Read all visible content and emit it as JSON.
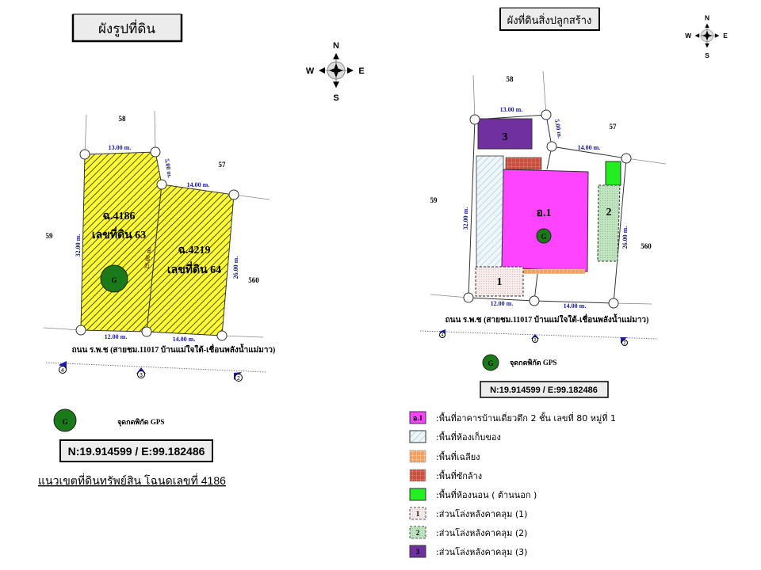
{
  "left": {
    "title": "ผังรูปที่ดิน",
    "neighbors": {
      "north": "58",
      "northeast": "57",
      "west": "59",
      "east": "560"
    },
    "dimensions": {
      "top": "13.00 m.",
      "notch": "5.00 m.",
      "top_right": "14.00 m.",
      "left": "32.00 m.",
      "middle": "29.00 m.",
      "right": "26.00 m.",
      "bottom_left": "12.00 m.",
      "bottom_right": "14.00 m."
    },
    "plot1": {
      "deed": "ฉ.4186",
      "parcel": "เลขที่ดิน 63"
    },
    "plot2": {
      "deed": "ฉ.4219",
      "parcel": "เลขที่ดิน 64"
    },
    "road": "ถนน ร.พ.ช (สายชม.11017 บ้านแม่ใจใต้-เชื่อนพลังน้ำแม่มาว)",
    "markers": [
      "4",
      "3",
      "2"
    ],
    "gps_symbol": "G",
    "gps_label": "จุดกดพิกัด GPS",
    "coordinates": "N:19.914599 / E:99.182486",
    "caption": "แนวเขตที่ดินทรัพย์สิน โฉนดเลขที่ 4186"
  },
  "right": {
    "title": "ผังที่ดินสิ่งปลูกสร้าง",
    "neighbors": {
      "north": "58",
      "northeast": "57",
      "west": "59",
      "east": "560"
    },
    "dimensions": {
      "top": "13.00 m.",
      "notch": "5.00 m.",
      "top_right": "14.00 m.",
      "left": "32.00 m.",
      "right": "26.00 m.",
      "bottom_left": "12.00 m.",
      "bottom_right": "14.00 m."
    },
    "building_label": "อ.1",
    "area_labels": [
      "1",
      "2",
      "3"
    ],
    "road": "ถนน ร.พ.ช (สายชม.11017 บ้านแม่ใจใต้-เชื่อนพลังน้ำแม่มาว)",
    "markers": [
      "4",
      "3",
      "2"
    ],
    "gps_symbol": "G",
    "gps_label": "จุดกดพิกัด GPS",
    "coordinates": "N:19.914599 / E:99.182486"
  },
  "compass": {
    "n": "N",
    "s": "S",
    "e": "E",
    "w": "W"
  },
  "legend": [
    {
      "swatch": "อ.1",
      "label": ":พื้นที่อาคารบ้านเดี่ยวตึก 2 ชั้น เลขที่ 80 หมู่ที่ 1"
    },
    {
      "swatch": "",
      "label": ":พื้นที่ห้องเก็บของ"
    },
    {
      "swatch": "",
      "label": ":พื้นที่เฉลียง"
    },
    {
      "swatch": "",
      "label": ":พื้นที่ซักล้าง"
    },
    {
      "swatch": "",
      "label": ":พื้นที่ห้องนอน ( ต้านนอก )"
    },
    {
      "swatch": "1",
      "label": ":ส่วนโล่งหลังคาคลุม (1)"
    },
    {
      "swatch": "2",
      "label": ":ส่วนโล่งหลังคาคลุม (2)"
    },
    {
      "swatch": "3",
      "label": ":ส่วนโล่งหลังคาคลุม (3)"
    }
  ],
  "colors": {
    "plot": "#ffff33",
    "building": "#ff44ff",
    "storage": "#d8ecf5",
    "porch": "#f0a060",
    "laundry": "#c85040",
    "bedroom": "#22ee22",
    "open1": "#f5e6e6",
    "open2": "#b8e0b8",
    "open3": "#7030a0",
    "gps": "#1a7a1a"
  }
}
